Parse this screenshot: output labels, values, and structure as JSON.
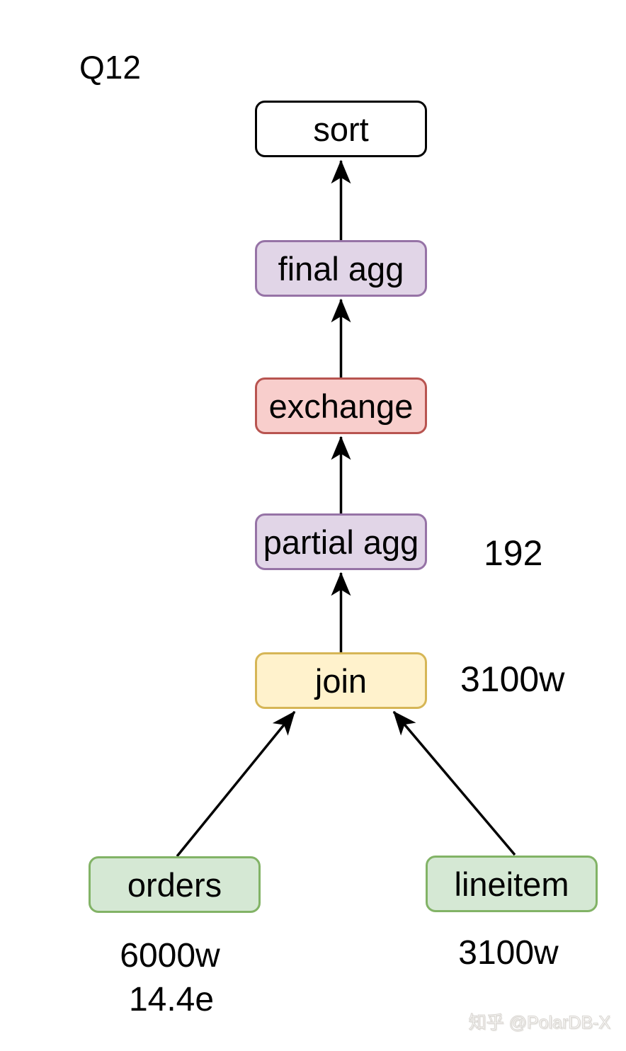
{
  "title": "Q12",
  "watermark": "知乎 @PolarDB-X",
  "diagram": {
    "type": "query-plan-tree",
    "nodes": [
      {
        "id": "sort",
        "label": "sort",
        "fill": "#ffffff",
        "stroke": "#000000"
      },
      {
        "id": "final-agg",
        "label": "final agg",
        "fill": "#e1d5e7",
        "stroke": "#9673a6"
      },
      {
        "id": "exchange",
        "label": "exchange",
        "fill": "#f8cecc",
        "stroke": "#b85450"
      },
      {
        "id": "partial-agg",
        "label": "partial agg",
        "fill": "#e1d5e7",
        "stroke": "#9673a6"
      },
      {
        "id": "join",
        "label": "join",
        "fill": "#fff2cc",
        "stroke": "#d6b656"
      },
      {
        "id": "orders",
        "label": "orders",
        "fill": "#d5e8d4",
        "stroke": "#82b366"
      },
      {
        "id": "lineitem",
        "label": "lineitem",
        "fill": "#d5e8d4",
        "stroke": "#82b366"
      }
    ],
    "edges": [
      {
        "from": "final-agg",
        "to": "sort"
      },
      {
        "from": "exchange",
        "to": "final-agg"
      },
      {
        "from": "partial-agg",
        "to": "exchange"
      },
      {
        "from": "join",
        "to": "partial-agg"
      },
      {
        "from": "orders",
        "to": "join"
      },
      {
        "from": "lineitem",
        "to": "join"
      }
    ],
    "annotations": [
      {
        "id": "partial-agg-rowcount",
        "node": "partial-agg",
        "text": "192"
      },
      {
        "id": "join-rowcount",
        "node": "join",
        "text": "3100w"
      },
      {
        "id": "orders-rowcount",
        "node": "orders",
        "text": "6000w"
      },
      {
        "id": "orders-rowcount-2",
        "node": "orders",
        "text": "14.4e"
      },
      {
        "id": "lineitem-rowcount",
        "node": "lineitem",
        "text": "3100w"
      }
    ]
  }
}
